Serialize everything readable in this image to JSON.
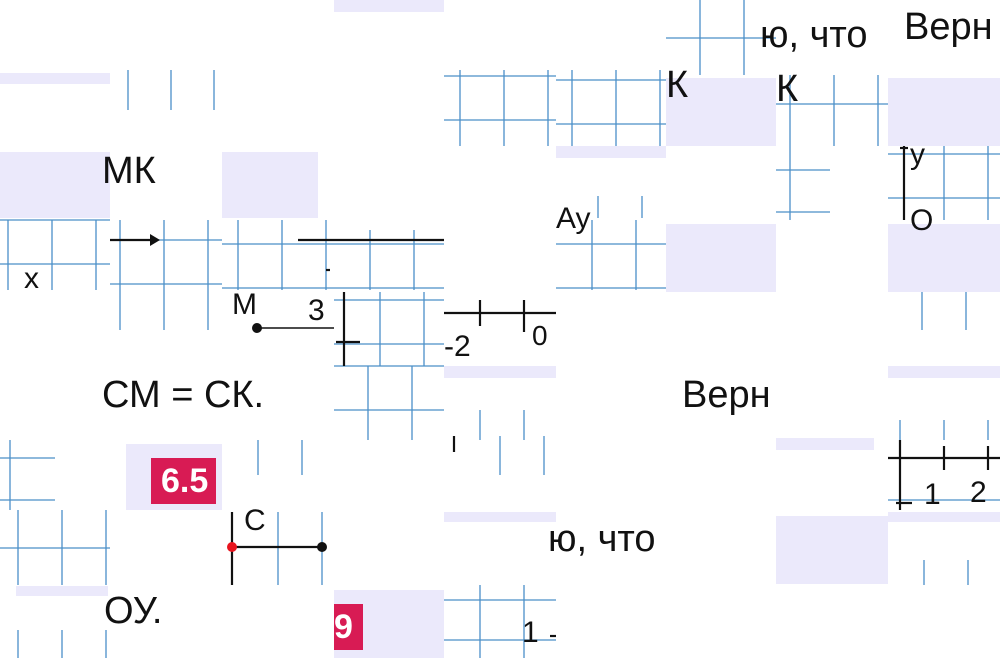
{
  "texts": {
    "t1": "ю, что",
    "t2": "Верн",
    "t3": "К",
    "t4": "К",
    "t5": "МК",
    "t6": "у",
    "t7": "О",
    "t8": "Ay",
    "t9": "х",
    "t10": "М",
    "t11": "3",
    "t12": "-2",
    "t13": "0",
    "t14": "СМ = СК.",
    "t15": "Верн",
    "t16": "С",
    "t17": "ю, что",
    "t18": "ОУ.",
    "t19": "1",
    "t20": "2",
    "t21": "1"
  },
  "badges": {
    "b1": "6.5",
    "b2": "9"
  },
  "colors": {
    "grid": "#4a8fc8",
    "lavender": "#ebe9fb",
    "badge": "#d81b54",
    "highlight_point": "#e8141e"
  }
}
